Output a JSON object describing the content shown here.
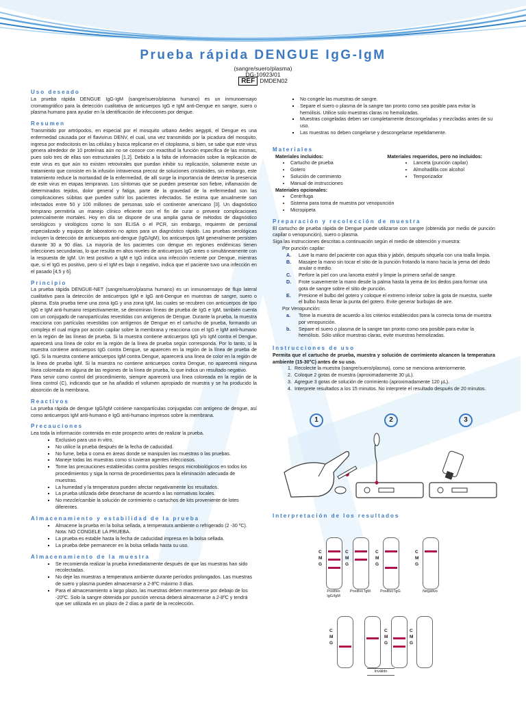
{
  "header": {
    "title": "Prueba rápida DENGUE IgG-IgM",
    "sample": "(sangre/suero/plasma)",
    "code": "DG-10923/01",
    "ref_label": "REF",
    "ref_value": "DMDEN02"
  },
  "uso": {
    "title": "Uso deseado",
    "text": "La prueba rápida DENGUE IgG-IgM (sangre/suero/plasma humano) es un inmunoensayo cromatográfico para la detección cualitativa de anticuerpos IgG e IgM anti-Dengue en sangre, suero o plasma humano para ayudar en la identificación de infecciones por dengue."
  },
  "resumen": {
    "title": "Resumen",
    "text": "Transmitido por artrópodos, en especial por el mosquito urbano Aedes aegypti, el Dengue es una enfermedad causada por el flavivirus DENV, el cual, una vez transmitido por la picadura del mosquito, ingresa por endocitosis en las células y busca replicarse en el citoplasma, si bien, se sabe que este virus genera alrededor de 10 proteínas aún no se conoce con exactitud la función específica de las mismas, pues solo tres de ellas son estructurales [1,2]. Debido a la falta de información sobre la replicación de este virus es que aún no existen retrovirales que puedan inhibir su replicación, solamente existe un tratamiento que consiste en la infusión intravenosa precoz de soluciones cristaloides, sin embargo, este tratamiento reduce la mortandad de la enfermedad, de allí surge la importancia de detectar la presencia de este virus en etapas tempranas. Los síntomas que se pueden presentar son fiebre, inflamación de determinados tejidos, dolor general y fatiga, parte de la gravedad de la enfermedad son las complicaciones súbitas que pueden sufrir los pacientes infectados. Se estima que anualmente son infectados entre 50 y 100 millones de personas solo el continente americano [3]. Un diagnóstico temprano permitiría un manejo clínico eficiente con el fin de curar o prevenir complicaciones potencialmente mortales. Hoy en día se dispone de una amplia gama de métodos de diagnóstico serológicos y virológicos como lo son ELISA o el PCR, sin embargo, requieren de personal especializado y equipos de laboratorio no aptos para un diagnóstico rápido. Las pruebas serológicas incluyen la detección de anticuerpos anti-dengue (IgG/IgM), los anticuerpos IgM generalmente persisten durante 30 a 90 días. La mayoría de los pacientes con dengue en regiones endémicas tienen infecciones secundarias, lo que resulta en altos niveles de anticuerpos IgG antes o simultáneamente con la respuesta de IgM. Un test positivo a IgM e IgG indica una infección reciente por Dengue, mientras que, si el IgG es positivo, pero si el IgM es bajo o negativo, indica que el paciente tuvo una infección en el pasado [4,5 y 6]."
  },
  "principio": {
    "title": "Principio",
    "text1": "La prueba rápida DENGUE-NET (sangre/suero/plasma humano) es un inmunoensayo de flujo lateral cualitativo para la detección de anticuerpos IgM e IgG anti-Dengue en muestras de sangre, suero o plasma. Esta prueba tiene una zona IgG y una zona IgM, las cuales se recubren con anticuerpos de tipo IgG e IgM anti-humano respectivamente, se denominan líneas de prueba de IgG e IgM, también cuenta con un conjugado de nanopartículas revestidas con antígenos de Dengue. Durante la prueba, la muestra reacciona con partículas revestidas con antígenos de Dengue en el cartucho de prueba, formando un complejo el cual migra por acción capilar sobre la membrana y reacciona con el IgG e IgM anti-humano en la región de las líneas de prueba. Si la muestra contiene anticuerpos IgG y/o IgM contra el Dengue, aparecerá una línea de color en la región de la línea de prueba según corresponda. Por lo tanto, si la muestra contiene anticuerpos IgG contra Dengue, se aparecen en la región de la línea de prueba de IgG. Si la muestra contiene anticuerpos IgM contra Dengue, aparecerá una línea de color en la región de la línea de prueba IgM. Si la muestra no contiene anticuerpos contra Dengue, no aparecerá ninguna línea coloreada en alguna de las regiones de la línea de prueba, lo que indica un resultado negativo.",
    "text2": "Para servir como control del procedimiento, siempre aparecerá una línea coloreada en la región de la línea control (C), indicando que se ha añadido el volumen apropiado de muestra y se ha producido la absorción de la membrana."
  },
  "reactivos": {
    "title": "Reactivos",
    "text": "La prueba rápida de dengue IgG/IgM contiene nanopartículas conjugadas con antígeno de dengue, así como anticuerpos IgM anti-humano e IgG anti-humano impresos sobre la membrana."
  },
  "precauciones": {
    "title": "Precauciones",
    "intro": "Lea toda la información contenida en este prospecto antes de realizar la prueba.",
    "items": [
      "Exclusivo para uso in vitro.",
      "No utilice la prueba después de la fecha de caducidad.",
      "No fume, beba o coma en áreas donde se manipulen las muestras o las pruebas.",
      "Maneje todas las muestras como si tuvieran agentes infecciosos.",
      "Tome las precauciones establecidas contra posibles riesgos microbiológicos en todos los procedimientos y siga la norma de procedimientos para la eliminación adecuada de muestras.",
      "La humedad y la temperatura pueden afectar negativamente los resultados.",
      "La prueba utilizada debe desecharse de acuerdo a las normativas locales.",
      "No mezcle/cambie la solución de corrimiento o cartuchos de kits proveniente de lotes diferentes."
    ]
  },
  "almacenamiento_prueba": {
    "title": "Almacenamiento y estabilidad de la prueba",
    "items": [
      "Almacene la prueba en la bolsa sellada, a temperatura ambiente o refrigerado (2 -30 ºC). Nota: NO CONGELE LA PRUEBA.",
      "La prueba es estable hasta la fecha de caducidad impresa en la bolsa sellada.",
      "La prueba debe permanecer en la bolsa sellada hasta su uso."
    ]
  },
  "almacenamiento_muestra": {
    "title": "Almacenamiento de la muestra",
    "items": [
      "Se recomienda realizar la prueba inmediatamente después de que las muestras han sido recolectadas.",
      "No deje las muestras a temperatura ambiente durante períodos prolongados. Las muestras de suero y plasma pueden almacenarse a 2-8ºC máximo 3 días.",
      "Para el almacenamiento a largo plazo, las muestras deben mantenerse por debajo de los -20ºC. Solo la sangre obtenida por punción venosa deberá almacenarse a 2-8ºC y tendrá que ser utilizada en un plazo de 2 días a partir de la recolección."
    ],
    "items_cont": [
      "No congele las muestras de sangre.",
      "Separe el suero o plasma de la sangre tan pronto como sea posible para evitar la hemólisis. Utilice solo muestras claras no hemolizadas.",
      "Muestras congeladas deben ser completamente descongeladas y mezcladas antes de su uso.",
      "Las muestras no deben congelarse y descongelarse repetidamente."
    ]
  },
  "materiales": {
    "title": "Materiales",
    "incl_title": "Materiales incluidos:",
    "incl": [
      "Cartucho de prueba",
      "Gotero",
      "Solución de corrimiento",
      "Manual de instrucciones"
    ],
    "req_title": "Materiales requeridos, pero no incluidos:",
    "req": [
      "Lanceta (punción capilar)",
      "Almohadilla con alcohol",
      "Temporizador"
    ],
    "opt_title": "Materiales opcionales:",
    "opt": [
      "Centrífuga",
      "Sistema para toma de muestra por venopunción",
      "Micropipeta"
    ]
  },
  "preparacion": {
    "title": "Preparación y recolección de muestra",
    "text1": "El cartucho de prueba rápida de Dengue puede utilizarse con sangre (obtenida por medio de punción capilar o venopunción), suero o plasma.",
    "text2": "Siga las instrucciones descritas a continuación según el medio de obtención y muestra:",
    "capilar_title": "Por punción capilar:",
    "capilar": [
      {
        "l": "A.",
        "t": "Lave la mano del paciente con agua tibia y jabón, después séquela con una toalla limpia."
      },
      {
        "l": "B.",
        "t": "Masajee la mano sin tocar el sitio de la punción frotando la mano hacia la yema del dedo anular o medio."
      },
      {
        "l": "C.",
        "t": "Perfore la piel con una lanceta estéril y limpie la primera señal de sangre."
      },
      {
        "l": "D.",
        "t": "Frote suavemente la mano desde la palma hasta la yema de los dedos para formar una gota de sangre sobre el sitio de punción."
      },
      {
        "l": "E.",
        "t": "Presione el bulbo del gotero y coloque el extremo inferior sobre la gota de muestra, suelte el bulbo hasta llenar la punta del gotero. Evite generar burbujas de aire."
      }
    ],
    "veno_title": "Por Venopunción:",
    "veno": [
      {
        "l": "a.",
        "t": "Tome la muestra de acuerdo a los criterios establecidos para la correcta toma de muestra por venopunción."
      },
      {
        "l": "b.",
        "t": "Separe el suero o plasma de la sangre tan pronto como sea posible para evitar la hemólisis. Sólo utilice muestras claras, evite muestras hemolizadas."
      }
    ]
  },
  "instrucciones": {
    "title": "Instrucciones de uso",
    "bold": "Permita que el cartucho de prueba, muestra y solución de corrimiento alcancen la temperatura ambiente (15-30°C) antes de su uso.",
    "steps": [
      {
        "n": "1.",
        "t": "Recolecte la muestra (sangre/suero/plasma), como se menciona anteriormente."
      },
      {
        "n": "2.",
        "t": "Coloque 2 gotas de muestra (aproximadamente 30 µL)."
      },
      {
        "n": "3.",
        "t": "Agregue 3 gotas de solución de corrimiento (aproximadamente 120 µL)."
      },
      {
        "n": "4.",
        "t": "Interprete resultados a los 15 minutos. No interprete el resultado después de 20 minutos."
      }
    ],
    "circles": [
      "1",
      "2",
      "3"
    ]
  },
  "interpretacion": {
    "title": "Interpretación de los resultados",
    "strip_labels": [
      "C",
      "M",
      "G"
    ],
    "captions_top": [
      "Positivo IgG/IgM",
      "Positivo IgM",
      "Positivo IgG",
      "Negativo"
    ],
    "caption_invalid": "Inválido"
  },
  "colors": {
    "accent": "#3b78c0",
    "band": "#b0124e"
  }
}
